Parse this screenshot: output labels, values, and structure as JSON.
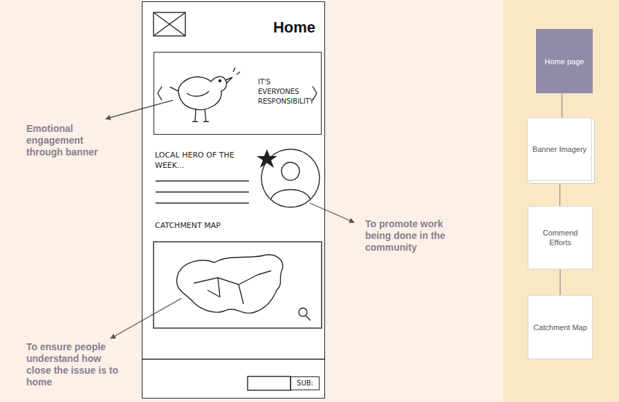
{
  "diagram": {
    "nodes": [
      {
        "text": [
          "Home",
          "LOCAL HERO OF THE WEEK...",
          "CATCHMENT MAP"
        ]
      },
      {
        "text": [
          "IT'S EVERYONES RESPONSIBILITY"
        ],
        "in": 0
      },
      {
        "text": [
          "SUB:"
        ],
        "in": 0
      },
      {
        "text": [
          "Home page"
        ]
      },
      {
        "text": [
          "Banner Imagery"
        ]
      },
      {
        "text": [
          "Commend Efforts"
        ]
      },
      {
        "text": [
          "Catchment Map"
        ]
      }
    ],
    "edges": [
      {
        "from": 3,
        "to": 4,
        "arrow": "none"
      },
      {
        "from": 4,
        "to": 5,
        "arrow": "none"
      },
      {
        "from": 5,
        "to": 6,
        "arrow": "none"
      }
    ],
    "labels": [
      "Emotional engagement through banner",
      "To promote work being done in the community",
      "To ensure people understand how close the issue is to home"
    ]
  }
}
